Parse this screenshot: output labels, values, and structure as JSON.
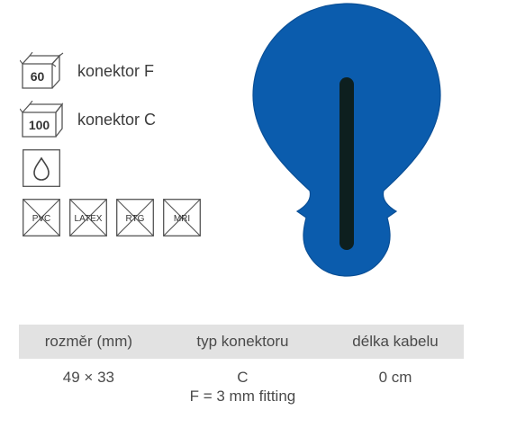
{
  "packaging": [
    {
      "count": "60",
      "label": "konektor F"
    },
    {
      "count": "100",
      "label": "konektor C"
    }
  ],
  "free_of": [
    "PVC",
    "LATEX",
    "RTG",
    "MRI"
  ],
  "colors": {
    "electrode": "#0b5cad",
    "electrode_edge": "#0a4f96",
    "gel_strip": "#0d1f1f",
    "table_header": "#e2e2e2"
  },
  "table": {
    "headers": [
      "rozměr (mm)",
      "typ konektoru",
      "délka kabelu"
    ],
    "row": {
      "size": "49 × 33",
      "connector": "C",
      "connector_note": "F = 3 mm fitting",
      "cable": "0 cm"
    }
  }
}
